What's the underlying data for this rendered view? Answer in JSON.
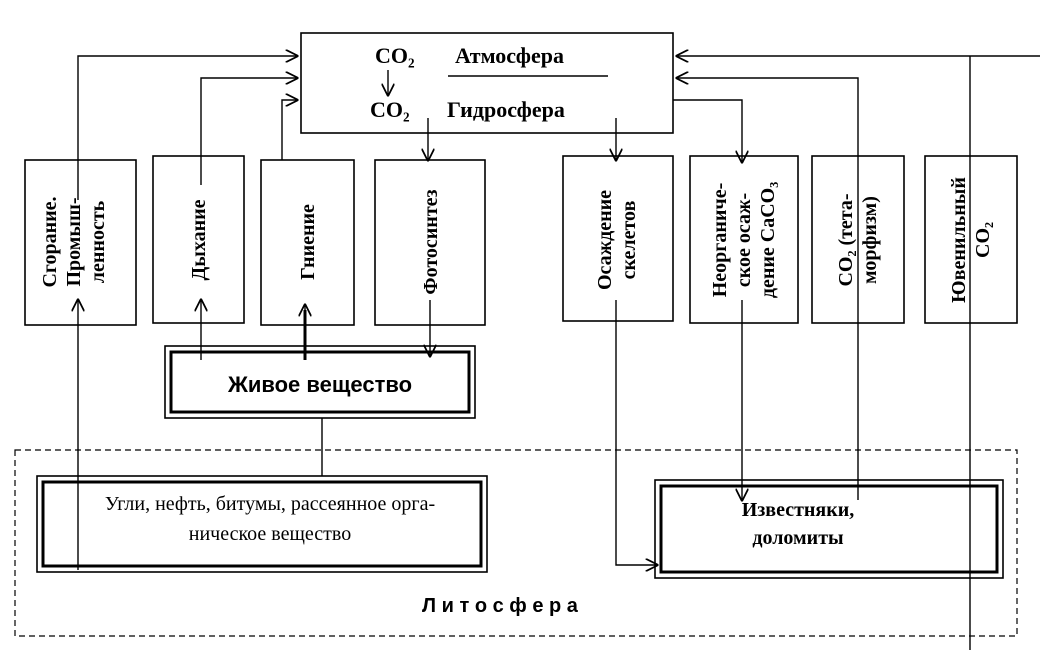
{
  "atmosphere": {
    "co2": "CO₂",
    "label": "Атмосфера"
  },
  "hydrosphere": {
    "co2": "CO₂",
    "label": "Гидросфера"
  },
  "processes": {
    "combustion": [
      "Сгорание.",
      "Промыш-",
      "ленность"
    ],
    "respiration": "Дыхание",
    "decay": "Гниение",
    "photosynthesis": "Фотосинтез",
    "skeleton": [
      "Осаждение",
      "скелетов"
    ],
    "inorganic": [
      "Неорганиче-",
      "ское осаж-",
      "дение CaCO₃"
    ],
    "metamorphism": [
      "CO₂ (тета-",
      "морфизм)"
    ],
    "juvenile": [
      "Ювенильный",
      "CO₂"
    ]
  },
  "living_matter": "Живое вещество",
  "coal": [
    "Угли, нефть, битумы, рассеянное орга-",
    "ническое вещество"
  ],
  "limestone": [
    "Известняки,",
    "доломиты"
  ],
  "lithosphere": "Л и т о с ф е р а"
}
